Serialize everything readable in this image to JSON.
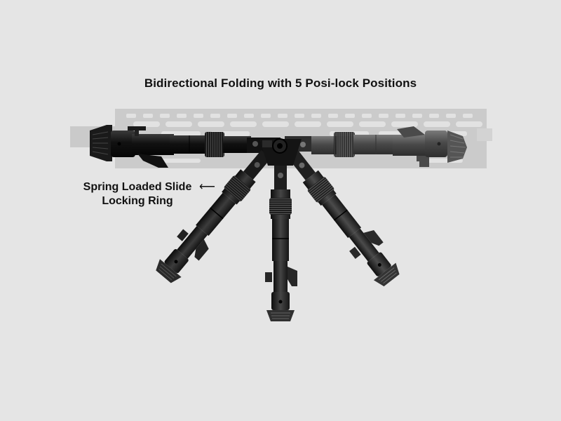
{
  "title": "Bidirectional Folding with 5 Posi-lock Positions",
  "callout": {
    "line1": "Spring Loaded Slide",
    "line2": "Locking Ring",
    "arrow": "⟵"
  },
  "colors": {
    "background": "#e5e5e5",
    "rail": "#c9c9c9",
    "leg_dark": "#1c1c1c",
    "leg_gray": "#4a4a4a",
    "text": "#111111"
  }
}
